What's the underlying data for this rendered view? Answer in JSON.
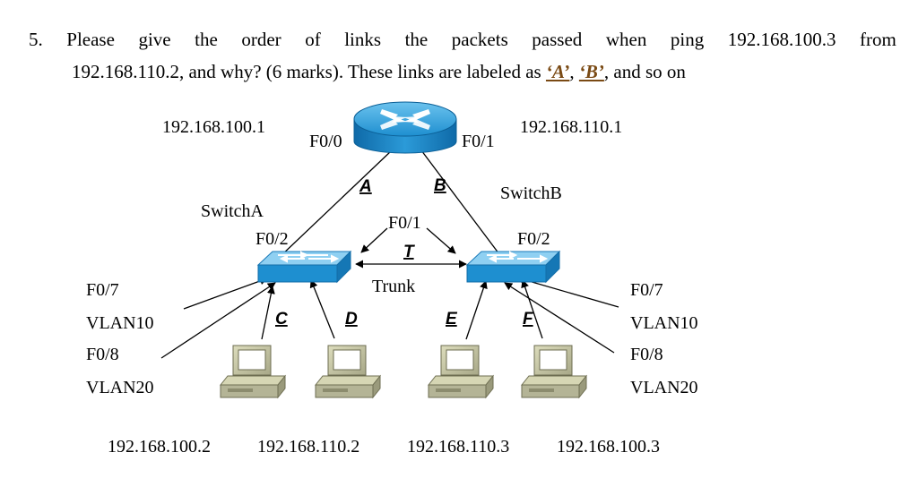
{
  "question": {
    "number": "5.",
    "words": [
      "Please",
      "give",
      "the",
      "order",
      "of",
      "links",
      "the",
      "packets",
      "passed",
      "when",
      "ping",
      "192.168.100.3",
      "from"
    ],
    "line2_start": "192.168.110.2, and why? (6 marks). These links are labeled as ",
    "ref_a": "‘A’",
    "sep": ", ",
    "ref_b": "‘B’",
    "line2_end": ", and so on"
  },
  "router": {
    "icon": "router-icon",
    "ip_left": "192.168.100.1",
    "ip_right": "192.168.110.1",
    "port_left": "F0/0",
    "port_right": "F0/1"
  },
  "switch_a": {
    "icon": "switch-icon",
    "name": "SwitchA",
    "uplink_port": "F0/2",
    "ports": [
      "F0/7",
      "VLAN10",
      "F0/8",
      "VLAN20"
    ]
  },
  "switch_b": {
    "icon": "switch-icon",
    "name": "SwitchB",
    "uplink_port": "F0/2",
    "ports": [
      "F0/7",
      "VLAN10",
      "F0/8",
      "VLAN20"
    ]
  },
  "trunk": {
    "port": "F0/1",
    "label": "Trunk"
  },
  "links": {
    "a": "A",
    "b": "B",
    "t": "T",
    "c": "C",
    "d": "D",
    "e": "E",
    "f": "F"
  },
  "hosts": [
    {
      "icon": "computer-icon",
      "ip": "192.168.100.2"
    },
    {
      "icon": "computer-icon",
      "ip": "192.168.110.2"
    },
    {
      "icon": "computer-icon",
      "ip": "192.168.110.3"
    },
    {
      "icon": "computer-icon",
      "ip": "192.168.100.3"
    }
  ],
  "colors": {
    "device_blue": "#1e8fd0",
    "device_light": "#8fd0f2",
    "pc_body": "#c8c8a4",
    "pc_dark": "#8c8c6e",
    "ref_color": "#7a4a14"
  }
}
